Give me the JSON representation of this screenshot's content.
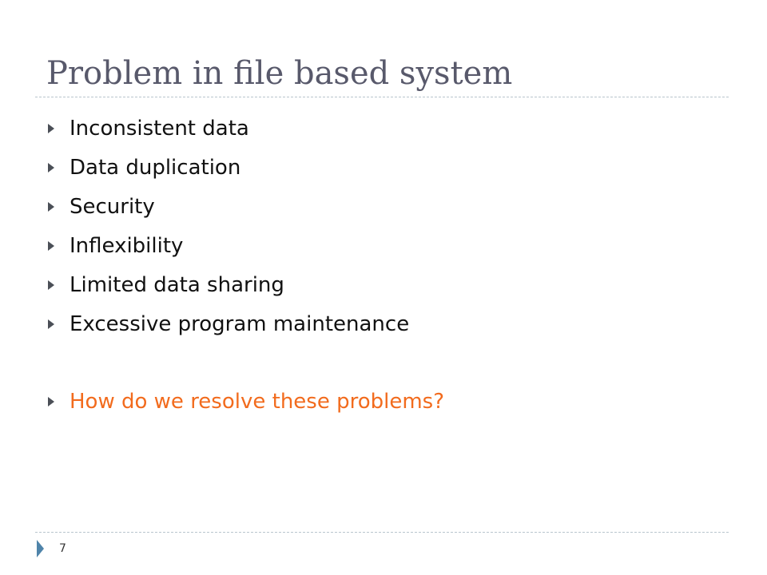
{
  "slide": {
    "title": "Problem in file based system",
    "bullets": [
      "Inconsistent data",
      "Data duplication",
      "Security",
      "Inflexibility",
      "Limited data sharing",
      "Excessive program maintenance"
    ],
    "question": "How do we resolve these problems?",
    "page_number": "7",
    "icons": {
      "bullet": "triangle-right-icon",
      "footer": "triangle-right-icon"
    },
    "colors": {
      "title": "#58596b",
      "text": "#111111",
      "highlight": "#f26b1d",
      "rule": "#b9c5cd",
      "footer_marker": "#4f84aa"
    }
  }
}
